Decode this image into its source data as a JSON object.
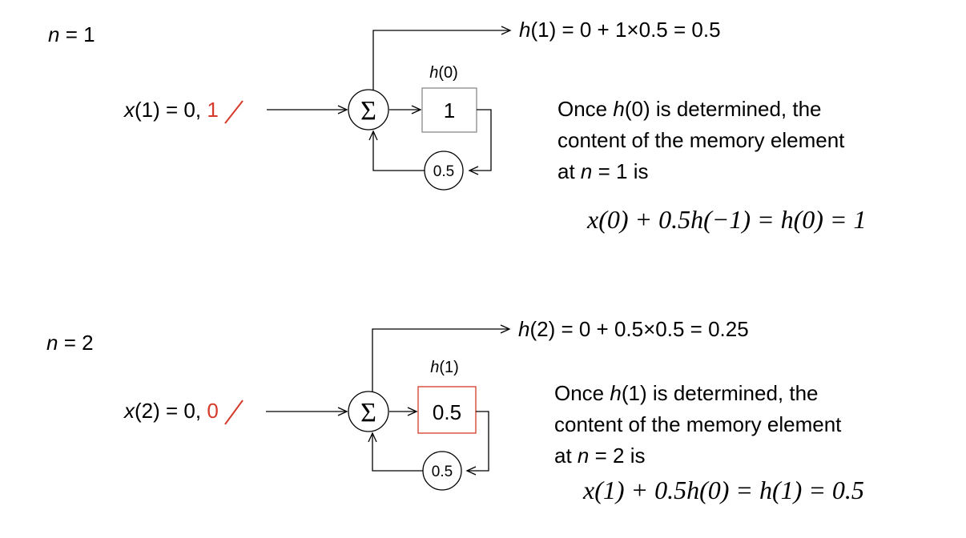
{
  "panels": [
    {
      "n_var": "n",
      "n_rest": " = 1",
      "input": {
        "fn": "x",
        "rest": "(1) = 0, ",
        "crossed_value": "1"
      },
      "sum_symbol": "Σ",
      "memory": {
        "label_fn": "h",
        "label_rest": "(0)",
        "value": "1",
        "highlighted": false
      },
      "gain": "0.5",
      "output": {
        "fn": "h",
        "rest": "(1) = 0 + 1×0.5 = 0.5"
      },
      "note": [
        {
          "a": "Once ",
          "b": "h",
          "c": "(0) is determined, the"
        },
        {
          "a": "content of the memory element"
        },
        {
          "a": "at ",
          "b": "n",
          "c": " = 1 is"
        }
      ],
      "equation": "x(0) + 0.5h(−1) = h(0) = 1"
    },
    {
      "n_var": "n",
      "n_rest": " = 2",
      "input": {
        "fn": "x",
        "rest": "(2) = 0, ",
        "crossed_value": "0"
      },
      "sum_symbol": "Σ",
      "memory": {
        "label_fn": "h",
        "label_rest": "(1)",
        "value": "0.5",
        "highlighted": true
      },
      "gain": "0.5",
      "output": {
        "fn": "h",
        "rest": "(2) = 0 + 0.5×0.5 = 0.25"
      },
      "note": [
        {
          "a": "Once ",
          "b": "h",
          "c": "(1) is determined, the"
        },
        {
          "a": "content of the memory element"
        },
        {
          "a": "at ",
          "b": "n",
          "c": " = 2 is"
        }
      ],
      "equation": "x(1) + 0.5h(0) = h(1) = 0.5"
    }
  ],
  "colors": {
    "line": "#000000",
    "highlight": "#d63a2a",
    "cross": "#d63a2a"
  }
}
